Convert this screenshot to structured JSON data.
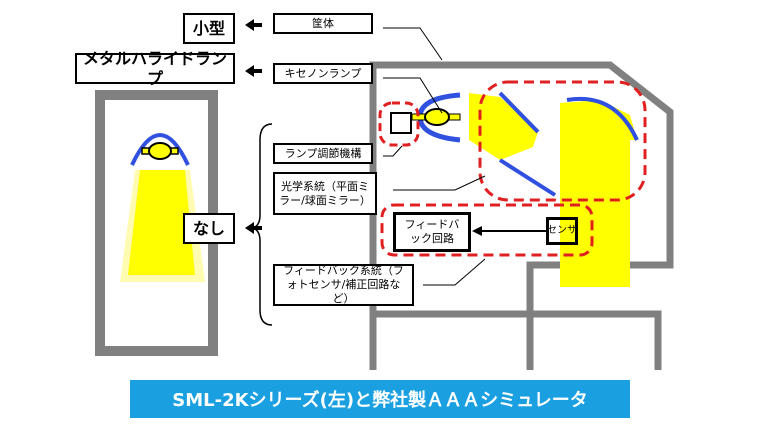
{
  "labels": {
    "small": "小型",
    "metal_halide": "メタルハライドランプ",
    "none": "なし",
    "housing": "筐体",
    "xenon": "キセノンランプ",
    "lamp_adjust": "ランプ調節機構",
    "optics": "光学系統（平面ミラー/球面ミラー）",
    "feedback_system": "フィードバック系統（フォトセンサ/補正回路など）",
    "feedback_circuit": "フィードバック回路",
    "sensor": "センサ"
  },
  "caption": "SML-2Kシリーズ(左)と弊社製ＡＡＡシミュレータ",
  "colors": {
    "frame": "#808080",
    "mirror": "#3050e0",
    "light": "#ffff00",
    "group": "#e02020",
    "caption_bg": "#1aa0e0"
  }
}
